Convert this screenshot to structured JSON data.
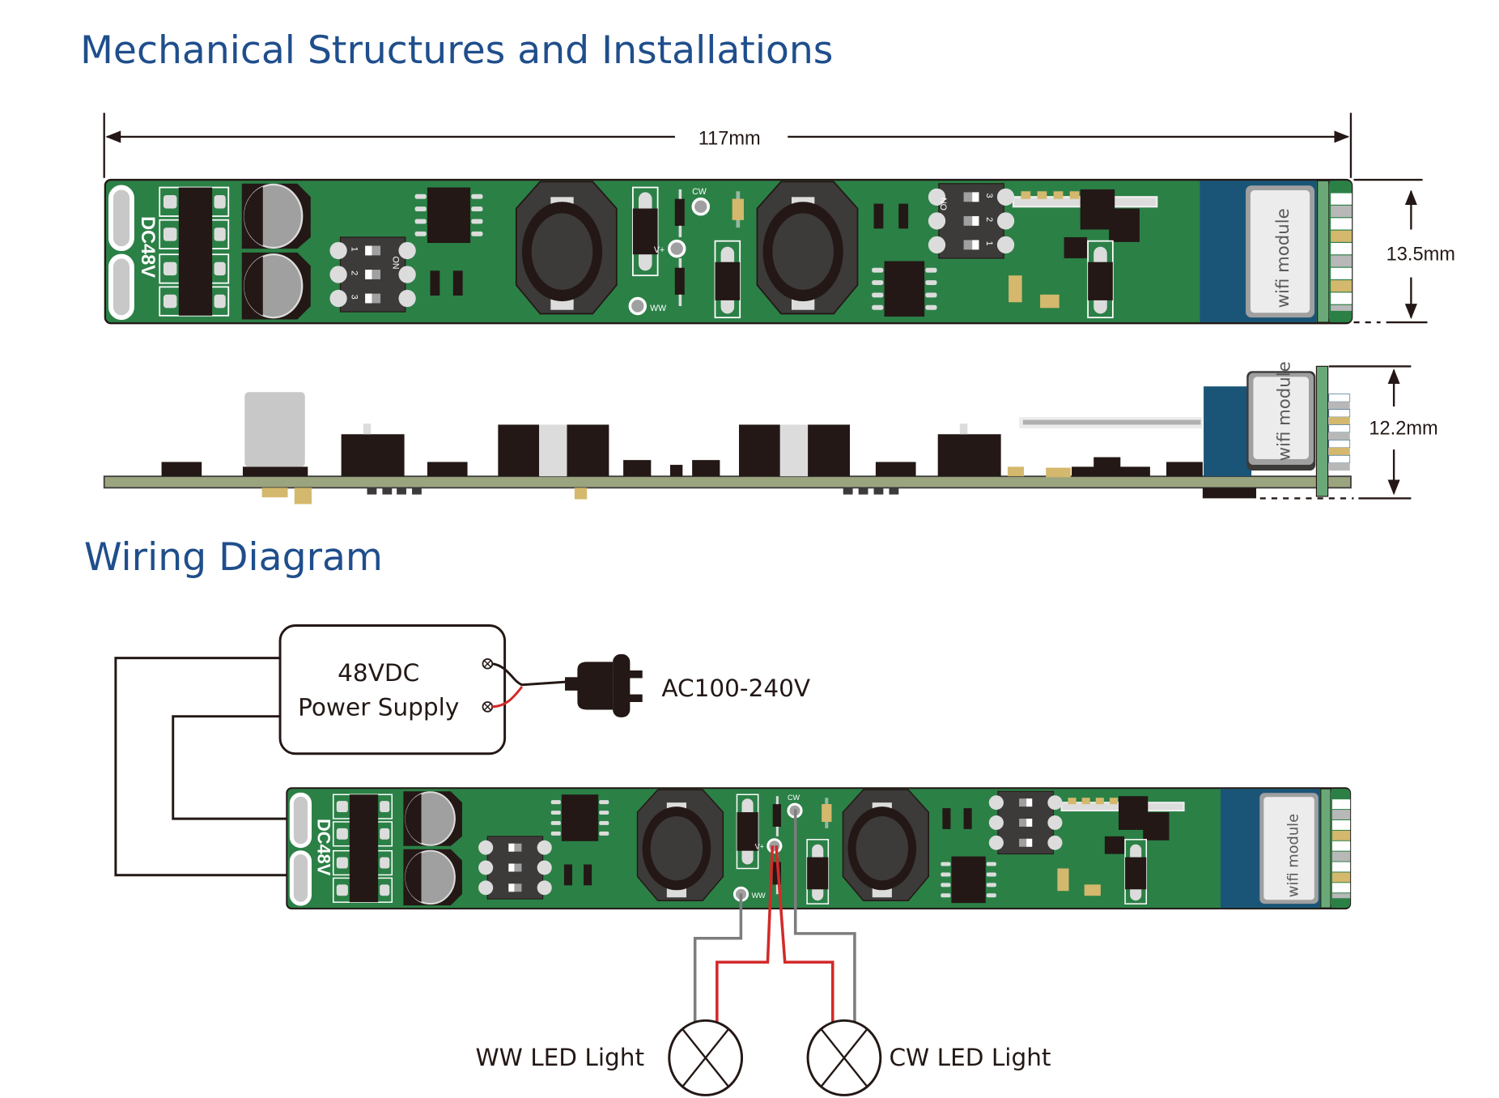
{
  "sections": {
    "mechanical_title": "Mechanical Structures and Installations",
    "wiring_title": "Wiring Diagram"
  },
  "dimensions": {
    "length": "117mm",
    "width": "13.5mm",
    "height": "12.2mm"
  },
  "pcb": {
    "input_label": "DC48V",
    "terminal_cw": "CW",
    "terminal_vplus": "V+",
    "terminal_ww": "WW",
    "module_label": "wifi module",
    "dip_switch_1": {
      "on_label": "ON",
      "positions": [
        "1",
        "2",
        "3"
      ]
    },
    "dip_switch_2": {
      "on_label": "ON",
      "positions": [
        "3",
        "2",
        "1"
      ]
    }
  },
  "wiring": {
    "power_supply_line1": "48VDC",
    "power_supply_line2": "Power Supply",
    "ac_input": "AC100-240V",
    "ww_light": "WW LED Light",
    "cw_light": "CW LED Light"
  },
  "colors": {
    "title_blue": "#1f4e8c",
    "pcb_green": "#2b8046",
    "module_blue": "#1a5578",
    "wire_red": "#d32a2a",
    "wire_gray": "#7d7d7d"
  }
}
